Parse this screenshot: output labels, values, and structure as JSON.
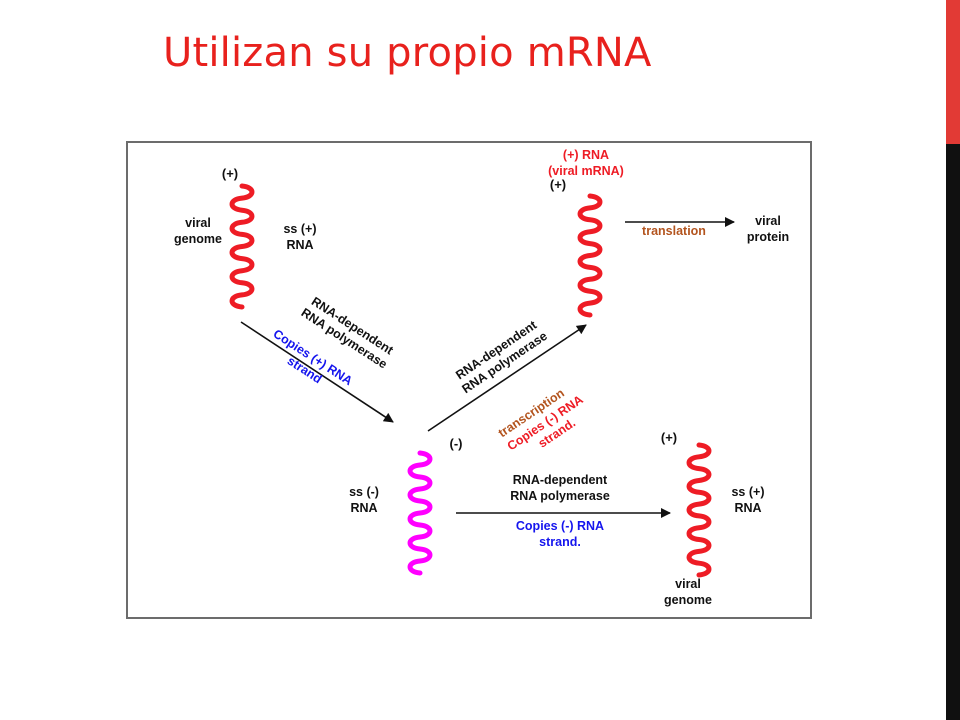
{
  "slide": {
    "title": "Utilizan su propio mRNA",
    "colors": {
      "title": "#e8211d",
      "side_bar_red": "#e23a35",
      "side_bar_black": "#101010"
    }
  },
  "diagram": {
    "colors": {
      "positive_strand": "#ee1c25",
      "negative_strand": "#ff00ff",
      "black_text": "#111111",
      "blue_text": "#1515ee",
      "brown_text": "#b3541e",
      "red_text": "#ee1c25",
      "arrow": "#111111"
    },
    "top_left": {
      "sign": "(+)",
      "viral_label_1": "viral",
      "viral_label_2": "genome",
      "ss_label_1": "ss (+)",
      "ss_label_2": "RNA"
    },
    "top_right": {
      "mrna_label_1": "(+) RNA",
      "mrna_label_2": "(viral mRNA)",
      "sign": "(+)",
      "translation": "translation",
      "protein_label_1": "viral",
      "protein_label_2": "protein"
    },
    "left_arrow": {
      "enzyme_1": "RNA-dependent",
      "enzyme_2": "RNA polymerase",
      "copies_1": "Copies (+) RNA",
      "copies_2": "strand"
    },
    "right_arrow": {
      "enzyme_1": "RNA-dependent",
      "enzyme_2": "RNA polymerase",
      "transcription": "transcription",
      "copies_1": "Copies (-) RNA",
      "copies_2": "strand."
    },
    "middle": {
      "sign": "(-)",
      "ss_label_1": "ss (-)",
      "ss_label_2": "RNA"
    },
    "bottom_arrow": {
      "enzyme_1": "RNA-dependent",
      "enzyme_2": "RNA polymerase",
      "copies_1": "Copies (-) RNA",
      "copies_2": "strand."
    },
    "bottom_right": {
      "sign": "(+)",
      "ss_label_1": "ss (+)",
      "ss_label_2": "RNA",
      "viral_label_1": "viral",
      "viral_label_2": "genome"
    }
  }
}
